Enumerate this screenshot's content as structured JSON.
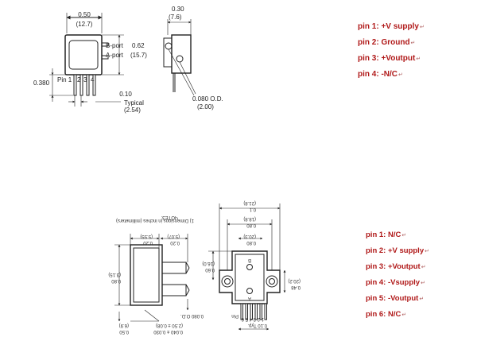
{
  "top_drawing": {
    "width_in": "0.50",
    "width_mm": "(12.7)",
    "depth_in": "0.30",
    "depth_mm": "(7.6)",
    "b_port": "B-port",
    "b_port_dim": "0.62",
    "a_port": "A-port",
    "a_port_dim": "(15.7)",
    "pin_label": "Pin 1",
    "pin_numbers": [
      "2",
      "3",
      "4"
    ],
    "height_dim": "0.380",
    "pitch_in": "0.10",
    "pitch_word": "Typical",
    "pitch_mm": "(2.54)",
    "od_in": "0.080 O.D.",
    "od_mm": "(2.00)"
  },
  "top_pinout": [
    {
      "label": "pin 1: +V supply"
    },
    {
      "label": "pin 2: Ground"
    },
    {
      "label": "pin 3: +Voutput"
    },
    {
      "label": "pin 4: -N/C"
    }
  ],
  "bottom_pinout": [
    {
      "label": "pin 1: N/C"
    },
    {
      "label": "pin 2: +V supply"
    },
    {
      "label": "pin 3: +Voutput"
    },
    {
      "label": "pin 4: -Vsupply"
    },
    {
      "label": "pin 5: -Voutput"
    },
    {
      "label": "pin 6: N/C"
    }
  ],
  "colors": {
    "pin_text": "#b01818",
    "line": "#222222"
  }
}
